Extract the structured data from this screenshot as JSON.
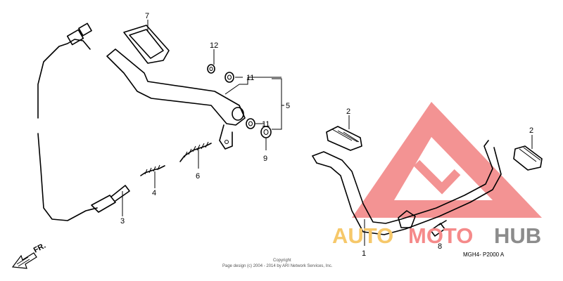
{
  "callouts": {
    "c1": "1",
    "c2a": "2",
    "c2b": "2",
    "c3": "3",
    "c4": "4",
    "c5": "5",
    "c6": "6",
    "c7": "7",
    "c8": "8",
    "c9": "9",
    "c11a": "11",
    "c11b": "11",
    "c12": "12"
  },
  "direction_label": "FR.",
  "diagram_code": "MGH4- P2000 A",
  "copyright": {
    "line1": "Copyright",
    "line2": "Page design (c) 2004 - 2014 by ARI Network Services, Inc."
  },
  "watermark": {
    "auto": "AUTO",
    "moto": "MOTO",
    "hub": "HUB",
    "colors": {
      "auto": "#f6c86a",
      "moto": "#f58a8a",
      "hub": "#8c8c8c",
      "triangle": "#f07070"
    }
  }
}
